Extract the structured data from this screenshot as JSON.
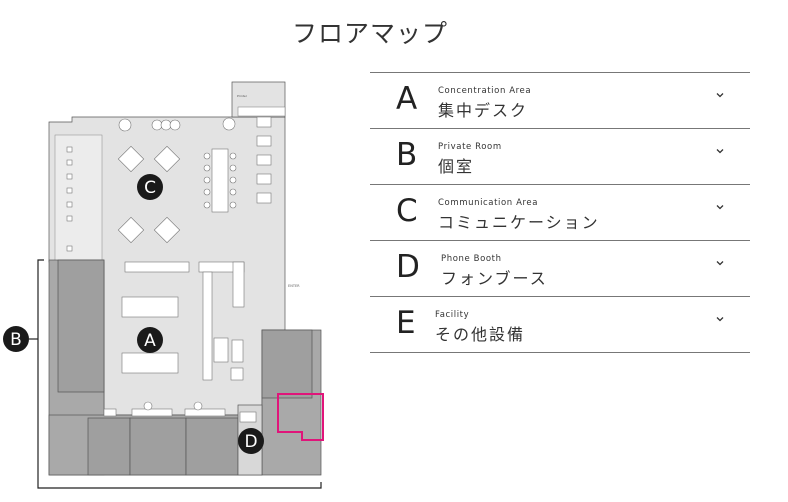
{
  "page_title": "フロアマップ",
  "map": {
    "markers": {
      "a": "A",
      "b": "B",
      "c": "C",
      "d": "D"
    },
    "printer_label": "Printer",
    "enter_label": "ENTER",
    "highlight_color": "#e0157a"
  },
  "areas": [
    {
      "letter": "A",
      "en": "Concentration Area",
      "jp": "集中デスク",
      "icon": "chevron-down-icon"
    },
    {
      "letter": "B",
      "en": "Private Room",
      "jp": "個室",
      "icon": "chevron-down-icon"
    },
    {
      "letter": "C",
      "en": "Communication Area",
      "jp": "コミュニケーション",
      "icon": "chevron-down-icon"
    },
    {
      "letter": "D",
      "en": "Phone Booth",
      "jp": "フォンブース",
      "icon": "chevron-down-icon"
    },
    {
      "letter": "E",
      "en": "Facility",
      "jp": "その他設備",
      "icon": "chevron-down-icon"
    }
  ]
}
